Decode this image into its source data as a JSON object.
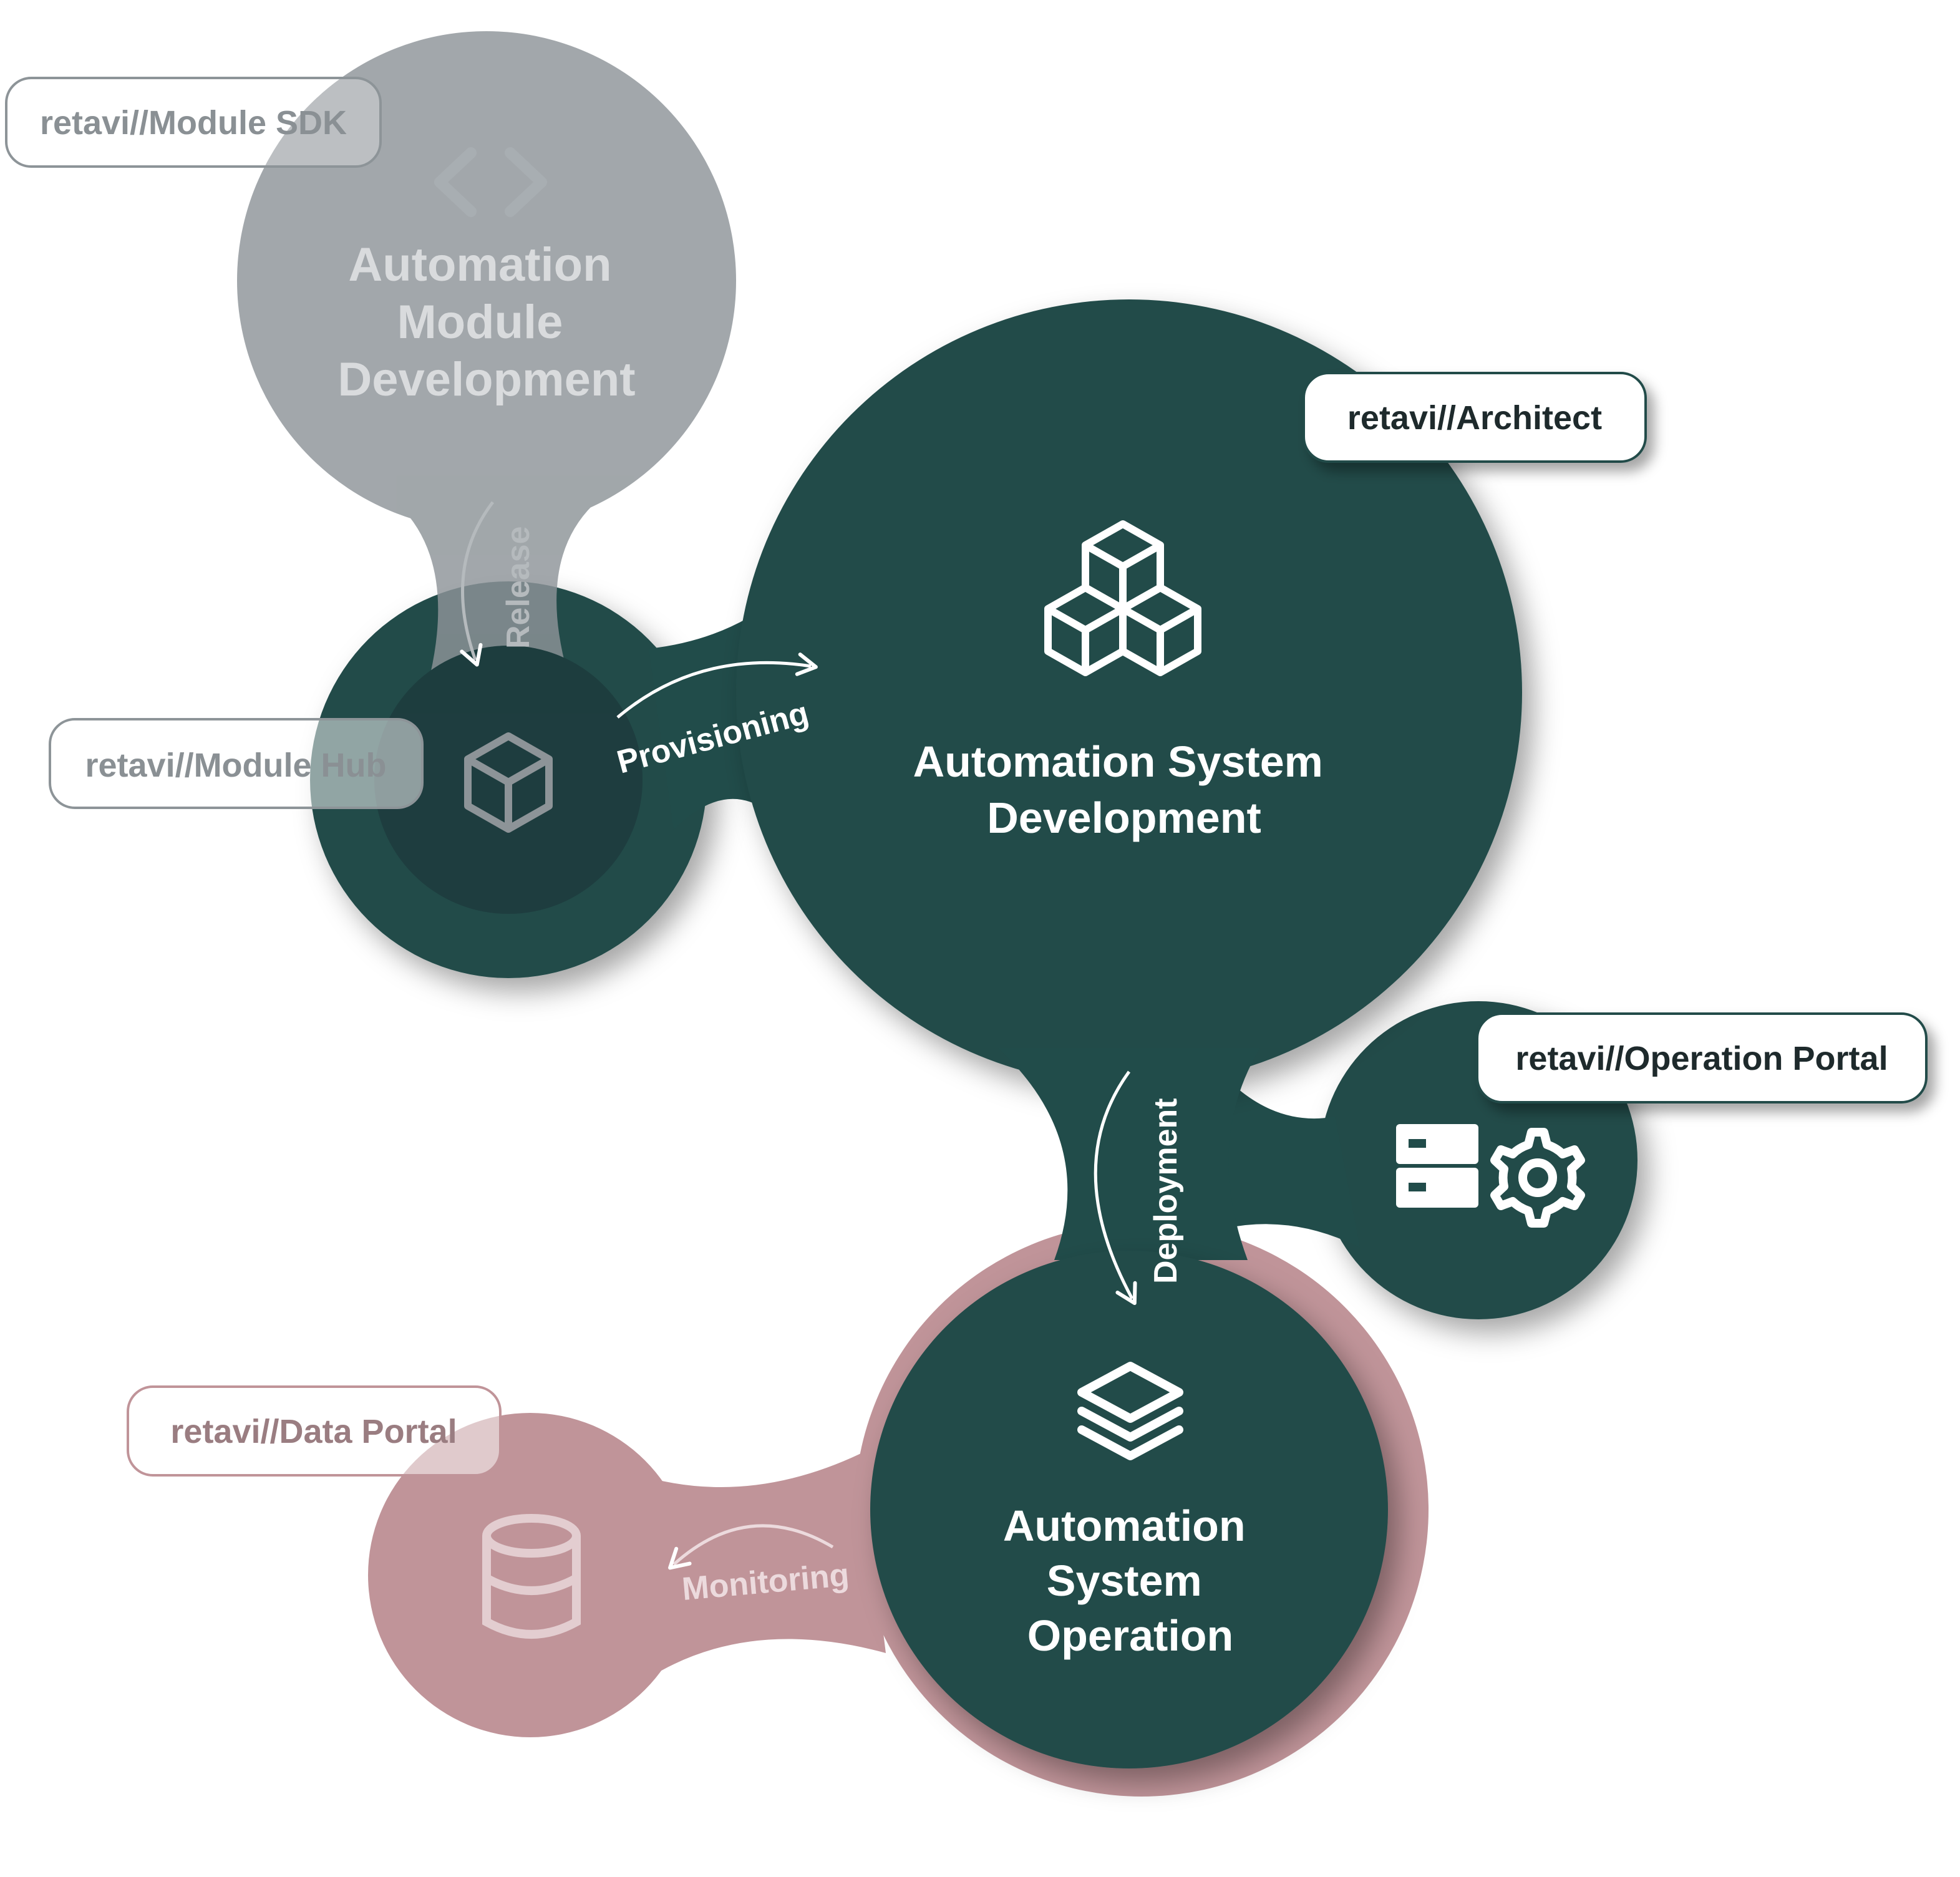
{
  "colors": {
    "background": "#ffffff",
    "dark_green": "#214c4a",
    "darker_green": "#1e3c3e",
    "gray": "#8d9498",
    "rose": "#c09499",
    "label_text_dark": "#1e2a2c",
    "label_text_gray": "#8a9094",
    "label_text_rose": "#9a7d81",
    "muted_text": "#d9dbdd",
    "white": "#ffffff"
  },
  "nodes": {
    "module_development": {
      "title_lines": [
        "Automation",
        "Module",
        "Development"
      ],
      "icon": "code-brackets-icon",
      "color": "#8d9498"
    },
    "module_hub": {
      "icon": "cube-icon",
      "color": "#214c4a"
    },
    "system_development": {
      "title_lines": [
        "Automation System",
        "Development"
      ],
      "icon": "stacked-cubes-icon",
      "color": "#214c4a"
    },
    "operation_portal": {
      "icons": [
        "server-icon",
        "gear-icon"
      ],
      "color": "#214c4a"
    },
    "system_operation": {
      "title_lines": [
        "Automation",
        "System",
        "Operation"
      ],
      "icon": "layers-icon",
      "color": "#214c4a"
    },
    "data_portal": {
      "icon": "database-icon",
      "color": "#c09499"
    }
  },
  "product_labels": {
    "module_sdk": "retavi//Module SDK",
    "module_hub": "retavi//Module Hub",
    "architect": "retavi//Architect",
    "operation_portal": "retavi//Operation Portal",
    "data_portal": "retavi//Data Portal"
  },
  "flows": {
    "release": "Release",
    "provisioning": "Provisioning",
    "deployment": "Deployment",
    "monitoring": "Monitoring"
  }
}
